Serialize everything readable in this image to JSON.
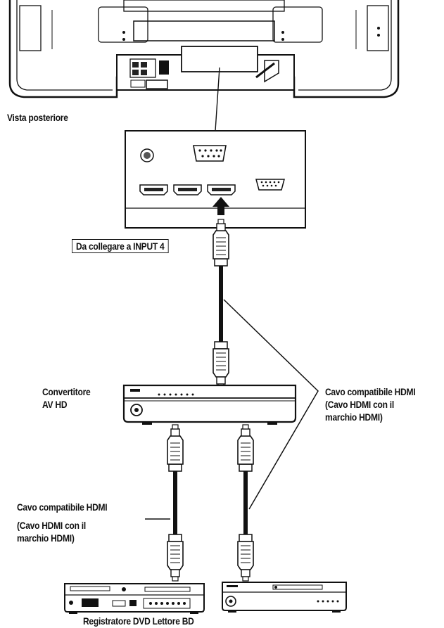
{
  "labels": {
    "rear_view": "Vista posteriore",
    "connect_input": "Da collegare a INPUT 4",
    "converter_line1": "Convertitore",
    "converter_line2": "AV HD",
    "cable_right_line1": "Cavo compatibile HDMI",
    "cable_right_line2": "(Cavo HDMI con il",
    "cable_right_line3": "marchio HDMI)",
    "cable_left_line1": "Cavo compatibile HDMI",
    "cable_left_line2": "(Cavo HDMI con il",
    "cable_left_line3": "marchio HDMI)",
    "bottom_devices": "Registratore DVD Lettore BD"
  },
  "icons": [
    "television-rear-icon",
    "connector-panel-icon",
    "hdmi-plug-icon",
    "av-converter-icon",
    "dvd-recorder-icon",
    "bd-player-icon",
    "arrow-up-icon"
  ]
}
